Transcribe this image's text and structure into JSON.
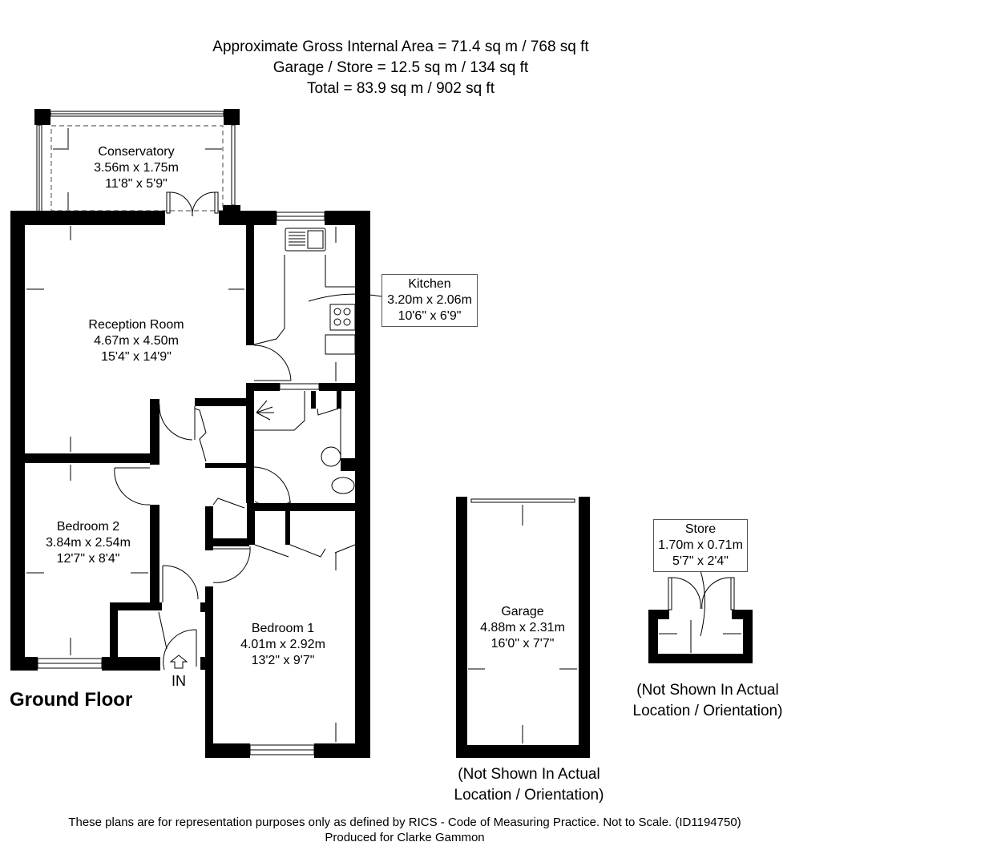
{
  "header": {
    "gross_internal_area": "Approximate Gross Internal Area = 71.4 sq m / 768 sq ft",
    "garage_store_area": "Garage / Store = 12.5 sq m / 134 sq ft",
    "total_area": "Total = 83.9 sq m / 902 sq ft"
  },
  "floor": {
    "title": "Ground Floor",
    "entrance_label": "IN"
  },
  "rooms": {
    "conservatory": {
      "name": "Conservatory",
      "metric": "3.56m x 1.75m",
      "imperial": "11'8\" x 5'9\""
    },
    "reception": {
      "name": "Reception Room",
      "metric": "4.67m x 4.50m",
      "imperial": "15'4\" x 14'9\""
    },
    "kitchen": {
      "name": "Kitchen",
      "metric": "3.20m x 2.06m",
      "imperial": "10'6\" x 6'9\""
    },
    "bedroom2": {
      "name": "Bedroom 2",
      "metric": "3.84m x 2.54m",
      "imperial": "12'7\" x 8'4\""
    },
    "bedroom1": {
      "name": "Bedroom 1",
      "metric": "4.01m x 2.92m",
      "imperial": "13'2\" x 9'7\""
    },
    "garage": {
      "name": "Garage",
      "metric": "4.88m x 2.31m",
      "imperial": "16'0\" x 7'7\""
    },
    "store": {
      "name": "Store",
      "metric": "1.70m x 0.71m",
      "imperial": "5'7\" x 2'4\""
    }
  },
  "notes": {
    "garage_note_line1": "(Not Shown In Actual",
    "garage_note_line2": "Location / Orientation)",
    "store_note_line1": "(Not Shown In Actual",
    "store_note_line2": "Location / Orientation)"
  },
  "footer": {
    "disclaimer": "These plans are for representation purposes only as defined by RICS - Code of Measuring Practice. Not to Scale. (ID1194750)",
    "produced_for": "Produced for Clarke Gammon"
  }
}
